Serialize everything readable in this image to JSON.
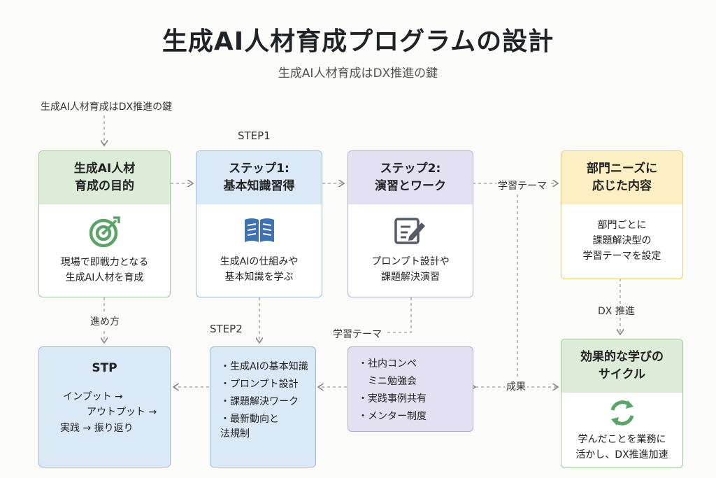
{
  "header": {
    "title": "生成AI人材育成プログラムの設計",
    "subtitle": "生成AI人材育成はDX推進の鍵"
  },
  "top_note": "生成AI人材育成はDX推進の鍵",
  "labels": {
    "step1": "STEP1",
    "step2": "STEP2",
    "learning_theme_right": "学習テーマ",
    "learning_theme_mid": "学習テーマ",
    "promote": "進め方",
    "dx_promote": "DX 推進",
    "result": "成果"
  },
  "cards": {
    "purpose": {
      "head": "生成AI人材\n育成の目的",
      "body": "現場で即戦力となる\n生成AI人材を育成",
      "color": "#dcecd9",
      "border": "#9fcb98"
    },
    "step1": {
      "head": "ステップ1:\n基本知識習得",
      "body": "生成AIの仕組みや\n基本知識を学ぶ",
      "color": "#dbe8f5",
      "border": "#98bde0"
    },
    "step2": {
      "head": "ステップ2:\n演習とワーク",
      "body": "プロンプト設計や\n課題解決演習",
      "color": "#e3e0f1",
      "border": "#b4acd8"
    },
    "dept": {
      "head": "部門ニーズに\n応じた内容",
      "body": "部門ごとに\n課題解決型の\n学習テーマを設定",
      "color": "#fcefc4",
      "border": "#e8cd78"
    },
    "cycle": {
      "head": "効果的な学びの\nサイクル",
      "body": "学んだことを業務に\n活かし、DX推進加速",
      "color": "#dcecd9",
      "border": "#9fcb98"
    },
    "stp": {
      "head": "STP",
      "lines": [
        "インプット →",
        "アウトプット →",
        "実践 → 振り返り"
      ],
      "color": "#dbe8f5",
      "border": "#98bde0"
    }
  },
  "step2_list": [
    "生成AIの基本知識",
    "プロンプト設計",
    "課題解決ワーク",
    "最新動向と\n法規制"
  ],
  "support_list": [
    "社内コンペ",
    "ミニ勉強会",
    "実践事例共有",
    "メンター制度"
  ],
  "colors": {
    "green_icon": "#5aa469",
    "blue_icon": "#3f72b3",
    "gray_icon": "#555b66",
    "line": "#9a9a9a"
  }
}
